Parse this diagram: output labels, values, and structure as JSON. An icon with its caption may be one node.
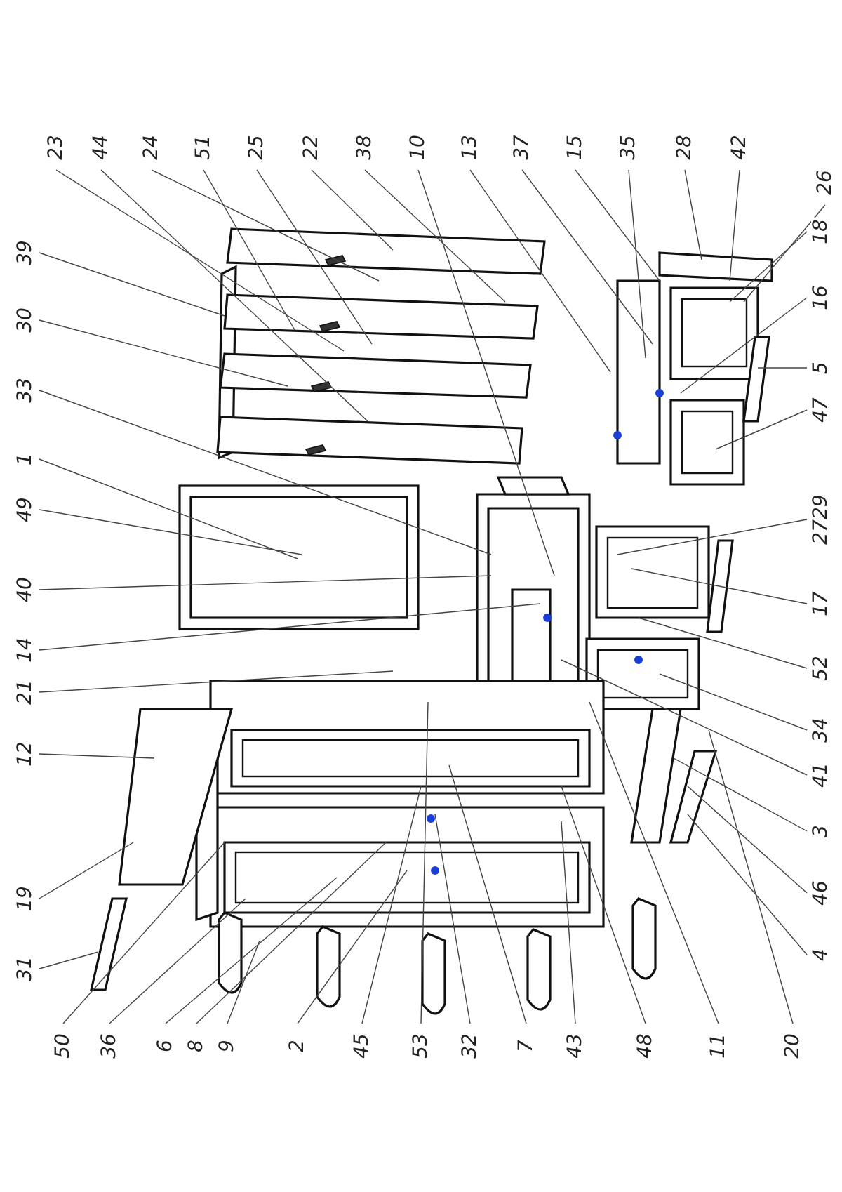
{
  "diagram": {
    "nodes": [
      {
        "text": [
          "23"
        ]
      },
      {
        "text": [
          "44"
        ]
      },
      {
        "text": [
          "24"
        ]
      },
      {
        "text": [
          "51"
        ]
      },
      {
        "text": [
          "25"
        ]
      },
      {
        "text": [
          "22"
        ]
      },
      {
        "text": [
          "38"
        ]
      },
      {
        "text": [
          "10"
        ]
      },
      {
        "text": [
          "13"
        ]
      },
      {
        "text": [
          "37"
        ]
      },
      {
        "text": [
          "15"
        ]
      },
      {
        "text": [
          "35"
        ]
      },
      {
        "text": [
          "28"
        ]
      },
      {
        "text": [
          "42"
        ]
      },
      {
        "text": [
          "26"
        ]
      },
      {
        "text": [
          "39"
        ]
      },
      {
        "text": [
          "30"
        ]
      },
      {
        "text": [
          "33"
        ]
      },
      {
        "text": [
          "1"
        ]
      },
      {
        "text": [
          "49"
        ]
      },
      {
        "text": [
          "40"
        ]
      },
      {
        "text": [
          "14"
        ]
      },
      {
        "text": [
          "21"
        ]
      },
      {
        "text": [
          "12"
        ]
      },
      {
        "text": [
          "19"
        ]
      },
      {
        "text": [
          "31"
        ]
      },
      {
        "text": [
          "18"
        ]
      },
      {
        "text": [
          "16"
        ]
      },
      {
        "text": [
          "5"
        ]
      },
      {
        "text": [
          "47"
        ]
      },
      {
        "text": [
          "2729"
        ]
      },
      {
        "text": [
          "17"
        ]
      },
      {
        "text": [
          "52"
        ]
      },
      {
        "text": [
          "34"
        ]
      },
      {
        "text": [
          "41"
        ]
      },
      {
        "text": [
          "3"
        ]
      },
      {
        "text": [
          "46"
        ]
      },
      {
        "text": [
          "4"
        ]
      },
      {
        "text": [
          "50"
        ]
      },
      {
        "text": [
          "36"
        ]
      },
      {
        "text": [
          "6"
        ]
      },
      {
        "text": [
          "8"
        ]
      },
      {
        "text": [
          "9"
        ]
      },
      {
        "text": [
          "2"
        ]
      },
      {
        "text": [
          "45"
        ]
      },
      {
        "text": [
          "53"
        ]
      },
      {
        "text": [
          "32"
        ]
      },
      {
        "text": [
          "7"
        ]
      },
      {
        "text": [
          "43"
        ]
      },
      {
        "text": [
          "48"
        ]
      },
      {
        "text": [
          "11"
        ]
      },
      {
        "text": [
          "20"
        ]
      }
    ],
    "edges": [
      {
        "from": 0,
        "to": null,
        "arrow": "none"
      },
      {
        "from": 1,
        "to": null,
        "arrow": "none"
      },
      {
        "from": 2,
        "to": null,
        "arrow": "none"
      },
      {
        "from": 3,
        "to": null,
        "arrow": "none"
      },
      {
        "from": 4,
        "to": null,
        "arrow": "none"
      },
      {
        "from": 5,
        "to": null,
        "arrow": "none"
      },
      {
        "from": 6,
        "to": null,
        "arrow": "none"
      },
      {
        "from": 7,
        "to": null,
        "arrow": "none"
      },
      {
        "from": 8,
        "to": null,
        "arrow": "none"
      },
      {
        "from": 9,
        "to": null,
        "arrow": "none"
      },
      {
        "from": 10,
        "to": null,
        "arrow": "none"
      },
      {
        "from": 11,
        "to": null,
        "arrow": "none"
      },
      {
        "from": 12,
        "to": null,
        "arrow": "none"
      },
      {
        "from": 13,
        "to": null,
        "arrow": "none"
      },
      {
        "from": 14,
        "to": null,
        "arrow": "none"
      },
      {
        "from": 15,
        "to": null,
        "arrow": "none"
      },
      {
        "from": 16,
        "to": null,
        "arrow": "none"
      },
      {
        "from": 17,
        "to": null,
        "arrow": "none"
      },
      {
        "from": 18,
        "to": null,
        "arrow": "none"
      },
      {
        "from": 19,
        "to": null,
        "arrow": "none"
      },
      {
        "from": 20,
        "to": null,
        "arrow": "none"
      },
      {
        "from": 21,
        "to": null,
        "arrow": "none"
      },
      {
        "from": 22,
        "to": null,
        "arrow": "none"
      },
      {
        "from": 23,
        "to": null,
        "arrow": "none"
      },
      {
        "from": 24,
        "to": null,
        "arrow": "none"
      },
      {
        "from": 25,
        "to": null,
        "arrow": "none"
      },
      {
        "from": 26,
        "to": null,
        "arrow": "none"
      },
      {
        "from": 27,
        "to": null,
        "arrow": "none"
      },
      {
        "from": 28,
        "to": null,
        "arrow": "none"
      },
      {
        "from": 29,
        "to": null,
        "arrow": "none"
      },
      {
        "from": 30,
        "to": null,
        "arrow": "none"
      },
      {
        "from": 31,
        "to": null,
        "arrow": "none"
      },
      {
        "from": 32,
        "to": null,
        "arrow": "none"
      },
      {
        "from": 33,
        "to": null,
        "arrow": "none"
      },
      {
        "from": 34,
        "to": null,
        "arrow": "none"
      },
      {
        "from": 35,
        "to": null,
        "arrow": "none"
      },
      {
        "from": 36,
        "to": null,
        "arrow": "none"
      },
      {
        "from": 37,
        "to": null,
        "arrow": "none"
      },
      {
        "from": 38,
        "to": null,
        "arrow": "none"
      },
      {
        "from": 39,
        "to": null,
        "arrow": "none"
      },
      {
        "from": 40,
        "to": null,
        "arrow": "none"
      },
      {
        "from": 41,
        "to": null,
        "arrow": "none"
      },
      {
        "from": 42,
        "to": null,
        "arrow": "none"
      },
      {
        "from": 43,
        "to": null,
        "arrow": "none"
      },
      {
        "from": 44,
        "to": null,
        "arrow": "none"
      },
      {
        "from": 45,
        "to": null,
        "arrow": "none"
      },
      {
        "from": 46,
        "to": null,
        "arrow": "none"
      },
      {
        "from": 47,
        "to": null,
        "arrow": "none"
      },
      {
        "from": 48,
        "to": null,
        "arrow": "none"
      },
      {
        "from": 49,
        "to": null,
        "arrow": "none"
      },
      {
        "from": 50,
        "to": null,
        "arrow": "none"
      },
      {
        "from": 51,
        "to": null,
        "arrow": "none"
      }
    ]
  }
}
